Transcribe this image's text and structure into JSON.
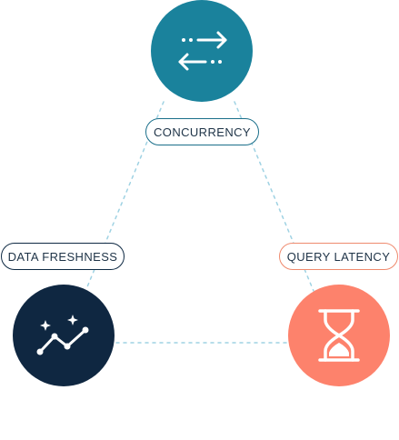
{
  "colors": {
    "concurrency": "#1a829c",
    "freshness": "#0f2741",
    "latency": "#fd826c",
    "connector": "#9fd2e3",
    "label_text": "#1e3347"
  },
  "nodes": {
    "concurrency": {
      "label": "CONCURRENCY",
      "icon": "swap-arrows-icon"
    },
    "freshness": {
      "label": "DATA FRESHNESS",
      "icon": "sparkle-trend-icon"
    },
    "latency": {
      "label": "QUERY LATENCY",
      "icon": "hourglass-icon"
    }
  }
}
